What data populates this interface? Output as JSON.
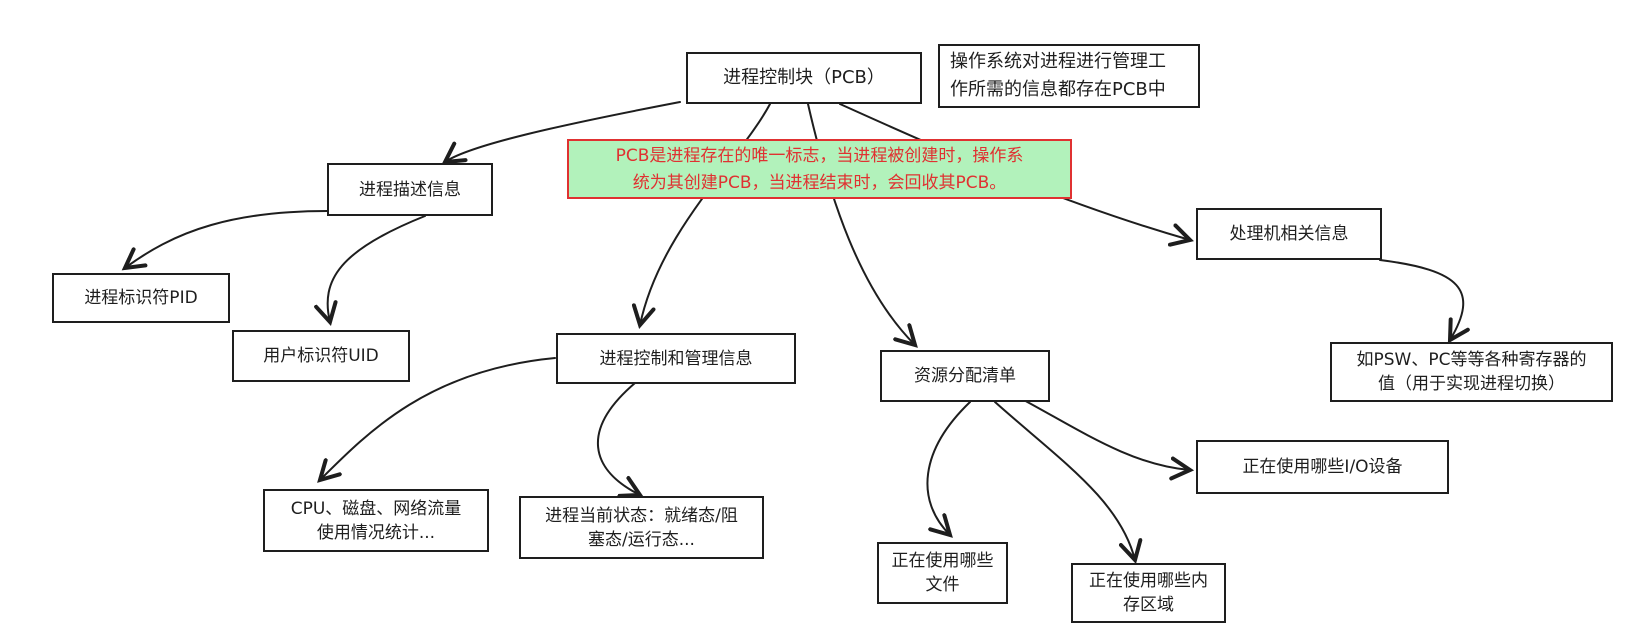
{
  "diagram": {
    "root": "进程控制块（PCB）",
    "note": "操作系统对进程进行管理工\n作所需的信息都存在PCB中",
    "highlight": "PCB是进程存在的唯一标志，当进程被创建时，操作系\n统为其创建PCB，当进程结束时，会回收其PCB。",
    "nodes": {
      "process_desc": "进程描述信息",
      "pid": "进程标识符PID",
      "uid": "用户标识符UID",
      "process_ctrl": "进程控制和管理信息",
      "cpu_stats": "CPU、磁盘、网络流量\n使用情况统计...",
      "proc_state": "进程当前状态：就绪态/阻\n塞态/运行态...",
      "resources": "资源分配清单",
      "files": "正在使用哪些\n文件",
      "memory": "正在使用哪些内\n存区域",
      "io_devices": "正在使用哪些I/O设备",
      "processor": "处理机相关信息",
      "registers": "如PSW、PC等等各种寄存器的\n值（用于实现进程切换）"
    },
    "colors": {
      "stroke": "#1e1e1e",
      "highlight_fill": "#b2f2bb",
      "highlight_text": "#e03131"
    }
  }
}
